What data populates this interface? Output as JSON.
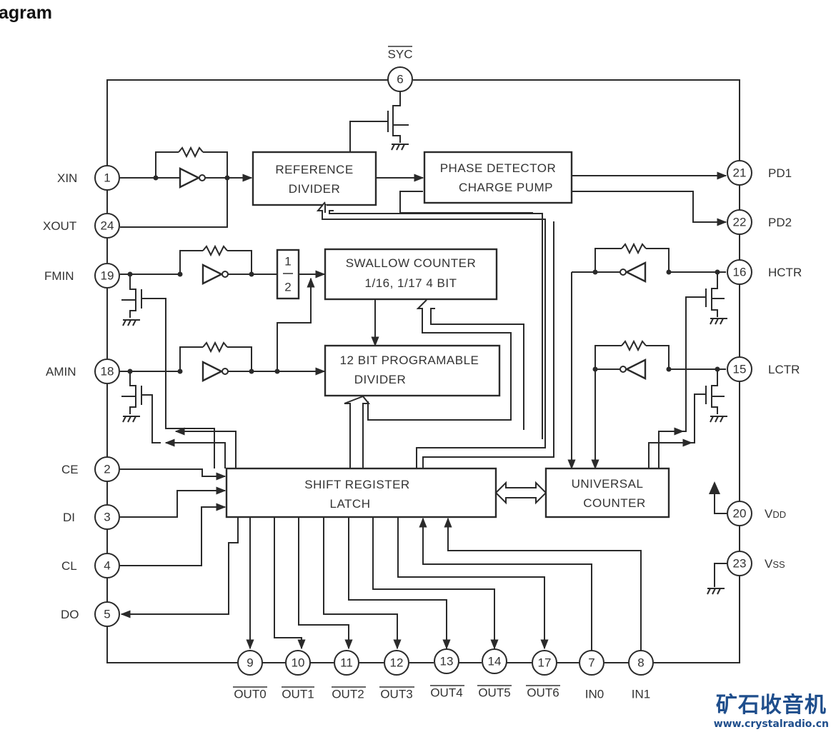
{
  "heading": "agram",
  "colors": {
    "line": "#2a2a2a",
    "text": "#333333",
    "watermark": "#1f4e8c"
  },
  "blocks": {
    "reference_divider": [
      "REFERENCE",
      "DIVIDER"
    ],
    "phase_detector": [
      "PHASE DETECTOR",
      "CHARGE PUMP"
    ],
    "swallow_counter": [
      "SWALLOW COUNTER",
      "1/16, 1/17  4 BIT"
    ],
    "programmable_divider": [
      "12 BIT PROGRAMABLE",
      "DIVIDER"
    ],
    "prescaler": {
      "numerator": "1",
      "denominator": "2"
    },
    "shift_register": [
      "SHIFT REGISTER",
      "LATCH"
    ],
    "universal_counter": [
      "UNIVERSAL",
      "COUNTER"
    ]
  },
  "pins": {
    "syc": {
      "number": "6",
      "name": "SYC",
      "overline": true
    },
    "xin": {
      "number": "1",
      "name": "XIN"
    },
    "xout": {
      "number": "24",
      "name": "XOUT"
    },
    "fmin": {
      "number": "19",
      "name": "FMIN"
    },
    "amin": {
      "number": "18",
      "name": "AMIN"
    },
    "ce": {
      "number": "2",
      "name": "CE"
    },
    "di": {
      "number": "3",
      "name": "DI"
    },
    "cl": {
      "number": "4",
      "name": "CL"
    },
    "do": {
      "number": "5",
      "name": "DO"
    },
    "pd1": {
      "number": "21",
      "name": "PD1"
    },
    "pd2": {
      "number": "22",
      "name": "PD2"
    },
    "hctr": {
      "number": "16",
      "name": "HCTR"
    },
    "lctr": {
      "number": "15",
      "name": "LCTR"
    },
    "vdd": {
      "number": "20",
      "name": "V",
      "sub": "DD"
    },
    "vss": {
      "number": "23",
      "name": "V",
      "sub": "SS"
    },
    "out0": {
      "number": "9",
      "name": "OUT0",
      "overline": true
    },
    "out1": {
      "number": "10",
      "name": "OUT1",
      "overline": true
    },
    "out2": {
      "number": "11",
      "name": "OUT2",
      "overline": true
    },
    "out3": {
      "number": "12",
      "name": "OUT3",
      "overline": true
    },
    "out4": {
      "number": "13",
      "name": "OUT4",
      "overline": true
    },
    "out5": {
      "number": "14",
      "name": "OUT5",
      "overline": true
    },
    "out6": {
      "number": "17",
      "name": "OUT6",
      "overline": true
    },
    "in0": {
      "number": "7",
      "name": "IN0"
    },
    "in1": {
      "number": "8",
      "name": "IN1"
    }
  },
  "watermark": {
    "title": "矿石收音机",
    "url": "www.crystalradio.cn"
  }
}
